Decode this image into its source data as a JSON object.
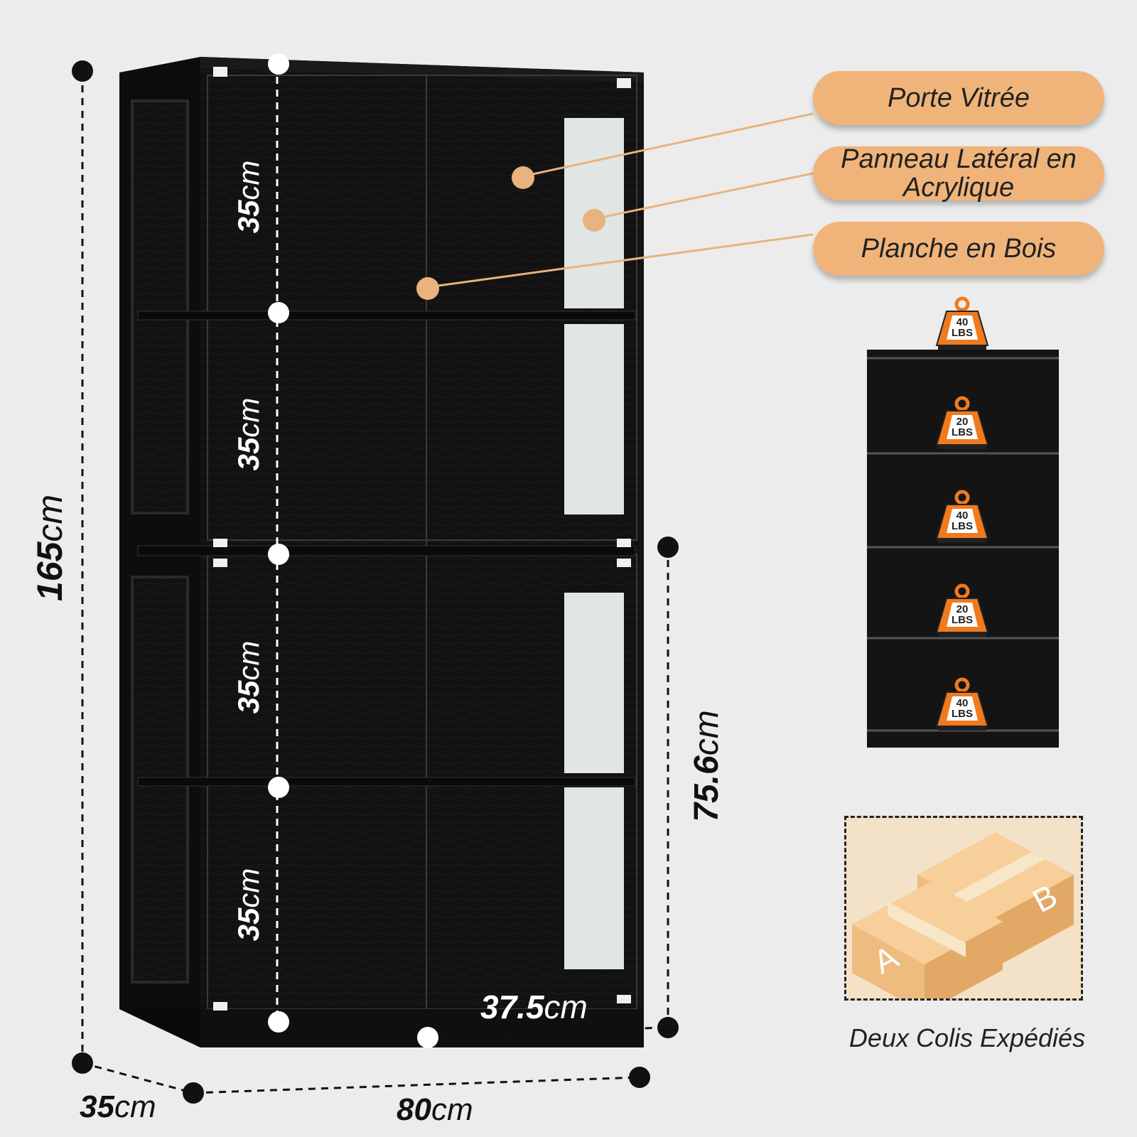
{
  "dimensions": {
    "total_height": {
      "value": "165",
      "unit": "cm"
    },
    "shelf_heights": [
      {
        "value": "35",
        "unit": "cm"
      },
      {
        "value": "35",
        "unit": "cm"
      },
      {
        "value": "35",
        "unit": "cm"
      },
      {
        "value": "35",
        "unit": "cm"
      }
    ],
    "lower_height": {
      "value": "75.6",
      "unit": "cm"
    },
    "inner_depth": {
      "value": "37.5",
      "unit": "cm"
    },
    "depth": {
      "value": "35",
      "unit": "cm"
    },
    "width": {
      "value": "80",
      "unit": "cm"
    }
  },
  "features": [
    {
      "label": "Porte Vitrée"
    },
    {
      "label": "Panneau Latéral en Acrylique"
    },
    {
      "label": "Planche en Bois"
    }
  ],
  "weight_capacity": [
    {
      "value": "40",
      "unit": "LBS"
    },
    {
      "value": "20",
      "unit": "LBS"
    },
    {
      "value": "40",
      "unit": "LBS"
    },
    {
      "value": "20",
      "unit": "LBS"
    },
    {
      "value": "40",
      "unit": "LBS"
    }
  ],
  "shipping": {
    "boxes": [
      {
        "letter": "A"
      },
      {
        "letter": "B"
      }
    ],
    "caption": "Deux Colis Expédiés"
  },
  "colors": {
    "cabinet": "#121212",
    "accent": "#f0b47a",
    "weight_icon": "#f07a1e",
    "box": "#f2c48d"
  }
}
